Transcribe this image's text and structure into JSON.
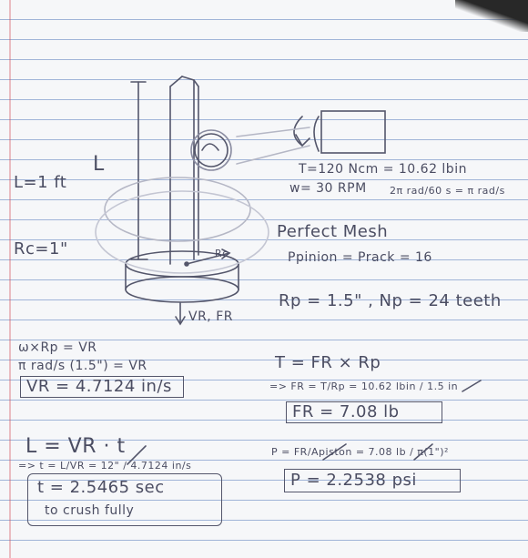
{
  "left_labels": {
    "length_symbol": "L",
    "length_value": "L=1 ft",
    "radius_value": "Rc=1\"",
    "force_label": "VR, FR",
    "rc_label": "Rc"
  },
  "top_right": {
    "torque_line": "T=120  Ncm = 10.62 lbin",
    "omega_line": "w= 30 RPM",
    "omega_conv": "2π rad/60 s = π rad/s",
    "perfect_mesh": "Perfect Mesh",
    "pitch_line": "Ppinion = Prack = 16",
    "rp_line": "Rp = 1.5\"  , Np = 24 teeth"
  },
  "velocity_block": {
    "line1": "ω×Rp = VR",
    "line2": "π rad/s (1.5\") = VR",
    "boxed": "VR = 4.7124 in/s"
  },
  "force_block": {
    "line1": "T = FR × Rp",
    "line2": "=> FR = T/Rp = 10.62 lbin / 1.5 in",
    "boxed": "FR = 7.08 lb"
  },
  "time_block": {
    "line1": "L = VR · t",
    "line2": "=> t = L/VR = 12\" / 4.7124 in/s",
    "boxed1": "t = 2.5465 sec",
    "boxed2": "to crush fully"
  },
  "pressure_block": {
    "line1": "P = FR/Apiston = 7.08 lb / π(1\")²",
    "boxed": "P = 2.2538 psi"
  }
}
